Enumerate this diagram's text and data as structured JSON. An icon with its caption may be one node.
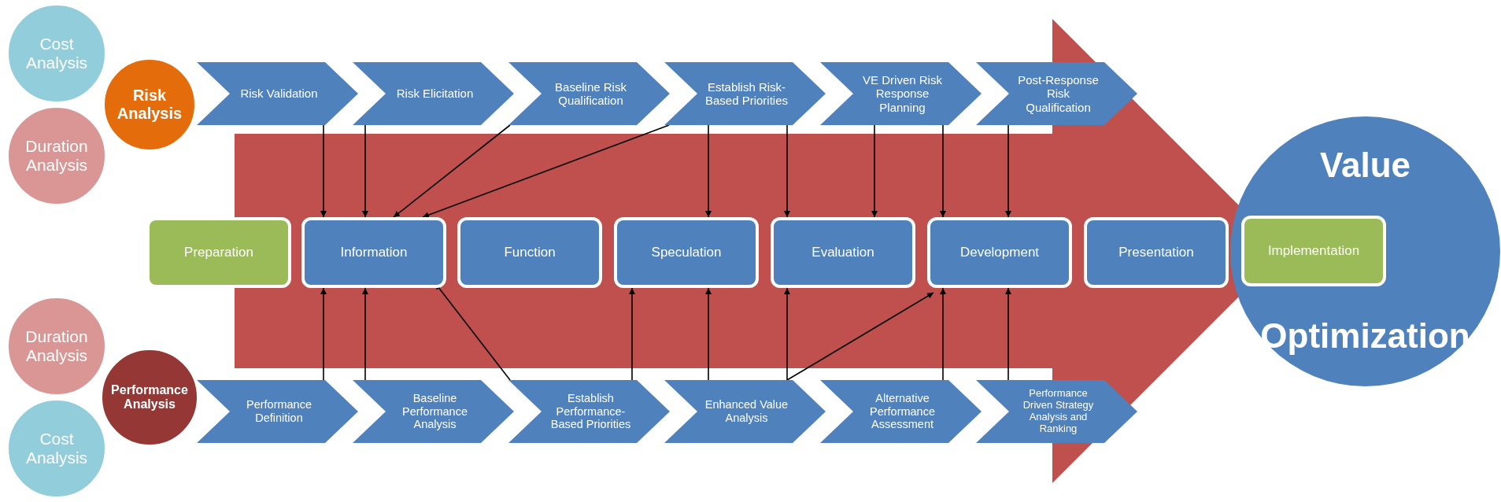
{
  "diagram": {
    "nodes": [
      {
        "text": [
          "Cost Analysis"
        ]
      },
      {
        "text": [
          "Risk Analysis"
        ]
      },
      {
        "text": [
          "Duration Analysis"
        ]
      },
      {
        "text": [
          "Risk Validation"
        ]
      },
      {
        "text": [
          "Risk Elicitation"
        ]
      },
      {
        "text": [
          "Baseline Risk Qualification"
        ]
      },
      {
        "text": [
          "Establish Risk-Based Priorities"
        ]
      },
      {
        "text": [
          "VE Driven Risk Response Planning"
        ]
      },
      {
        "text": [
          "Post-Response Risk Qualification"
        ]
      },
      {
        "text": [
          "Preparation"
        ]
      },
      {
        "text": [
          "Information"
        ]
      },
      {
        "text": [
          "Function"
        ]
      },
      {
        "text": [
          "Speculation"
        ]
      },
      {
        "text": [
          "Evaluation"
        ]
      },
      {
        "text": [
          "Development"
        ]
      },
      {
        "text": [
          "Presentation"
        ]
      },
      {
        "text": [
          "Value",
          "Optimization"
        ]
      },
      {
        "text": [
          "Implementation"
        ],
        "in": 16
      },
      {
        "text": [
          "Duration Analysis"
        ]
      },
      {
        "text": [
          "Performance Analysis"
        ]
      },
      {
        "text": [
          "Cost Analysis"
        ]
      },
      {
        "text": [
          "Performance Definition"
        ]
      },
      {
        "text": [
          "Baseline Performance Analysis"
        ]
      },
      {
        "text": [
          "Establish Performance-Based Priorities"
        ]
      },
      {
        "text": [
          "Enhanced Value Analysis"
        ]
      },
      {
        "text": [
          "Alternative Performance Assessment"
        ]
      },
      {
        "text": [
          "Performance Driven Strategy Analysis and Ranking"
        ]
      }
    ],
    "edges": [
      {
        "from": 3,
        "to": 10,
        "arrow": "to"
      },
      {
        "from": 4,
        "to": 10,
        "arrow": "to"
      },
      {
        "from": 5,
        "to": 10,
        "arrow": "to"
      },
      {
        "from": 6,
        "to": 10,
        "arrow": "to"
      },
      {
        "from": 6,
        "to": 12,
        "arrow": "to"
      },
      {
        "from": 6,
        "to": 13,
        "arrow": "to"
      },
      {
        "from": 7,
        "to": 13,
        "arrow": "to"
      },
      {
        "from": 7,
        "to": 14,
        "arrow": "to"
      },
      {
        "from": 8,
        "to": 14,
        "arrow": "to"
      },
      {
        "from": 21,
        "to": 10,
        "arrow": "to"
      },
      {
        "from": 22,
        "to": 10,
        "arrow": "to"
      },
      {
        "from": 23,
        "to": 10,
        "arrow": "to"
      },
      {
        "from": 23,
        "to": 12,
        "arrow": "to"
      },
      {
        "from": 24,
        "to": 12,
        "arrow": "to"
      },
      {
        "from": 24,
        "to": 13,
        "arrow": "to"
      },
      {
        "from": 24,
        "to": 14,
        "arrow": "to"
      },
      {
        "from": 25,
        "to": 14,
        "arrow": "to"
      },
      {
        "from": 26,
        "to": 14,
        "arrow": "to"
      },
      {
        "from": 9,
        "to": 17,
        "arrow": "to",
        "style": "thick",
        "color": "#c0504d"
      }
    ]
  }
}
